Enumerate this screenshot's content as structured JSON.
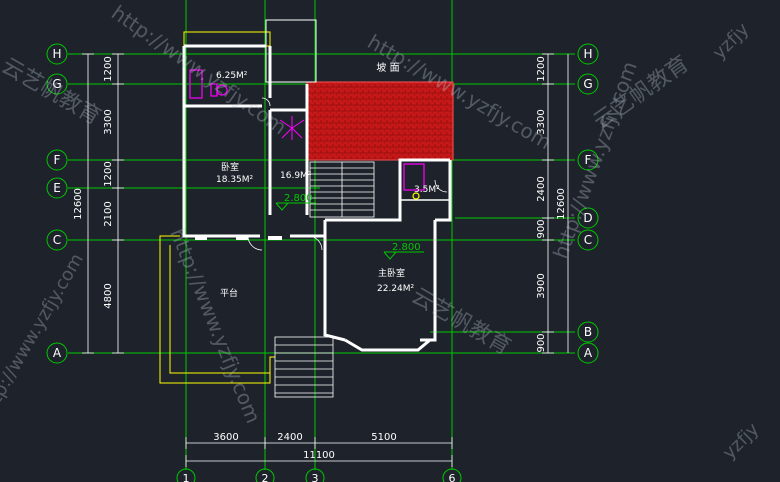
{
  "grid_rows": [
    {
      "id": "H",
      "y": 0
    },
    {
      "id": "G",
      "y": 1
    },
    {
      "id": "F",
      "y": 2
    },
    {
      "id": "E",
      "y": 3
    },
    {
      "id": "C",
      "y": 4
    },
    {
      "id": "A",
      "y": 5
    }
  ],
  "grid_rows_right": [
    "H",
    "G",
    "F",
    "D",
    "C",
    "B",
    "A"
  ],
  "grid_cols": [
    "1",
    "2",
    "3",
    "6"
  ],
  "dims_left": [
    "1200",
    "3300",
    "1200",
    "2100",
    "4800"
  ],
  "dims_left_total": "12600",
  "dims_right": [
    "1200",
    "3300",
    "2400",
    "900",
    "3900",
    "900"
  ],
  "dims_right_total": "12600",
  "dims_bottom": [
    "3600",
    "2400",
    "5100"
  ],
  "dims_bottom_total": "11100",
  "rooms": {
    "roof_label": "坡  面",
    "bath_area": "6.25M²",
    "bedroom_name": "卧室",
    "bedroom_area": "18.35M²",
    "hall_area": "16.9M²",
    "bath2_area": "3.5M²",
    "master_name": "主卧室",
    "master_area": "22.24M²",
    "terrace_name": "平台"
  },
  "levels": [
    "2.800",
    "2.800"
  ],
  "watermarks": {
    "url": "http://www.yzfjy.com",
    "brand": "云艺帆教育",
    "corner": "yzfjy"
  },
  "colors": {
    "background": "#1e232b",
    "grid": "#00c800",
    "wall": "#ffffff",
    "roof": "#d01818",
    "fixture": "#ff00ff",
    "terrace": "#ffff00",
    "dimension": "#ffffff",
    "watermark": "rgba(190,200,215,0.35)"
  }
}
